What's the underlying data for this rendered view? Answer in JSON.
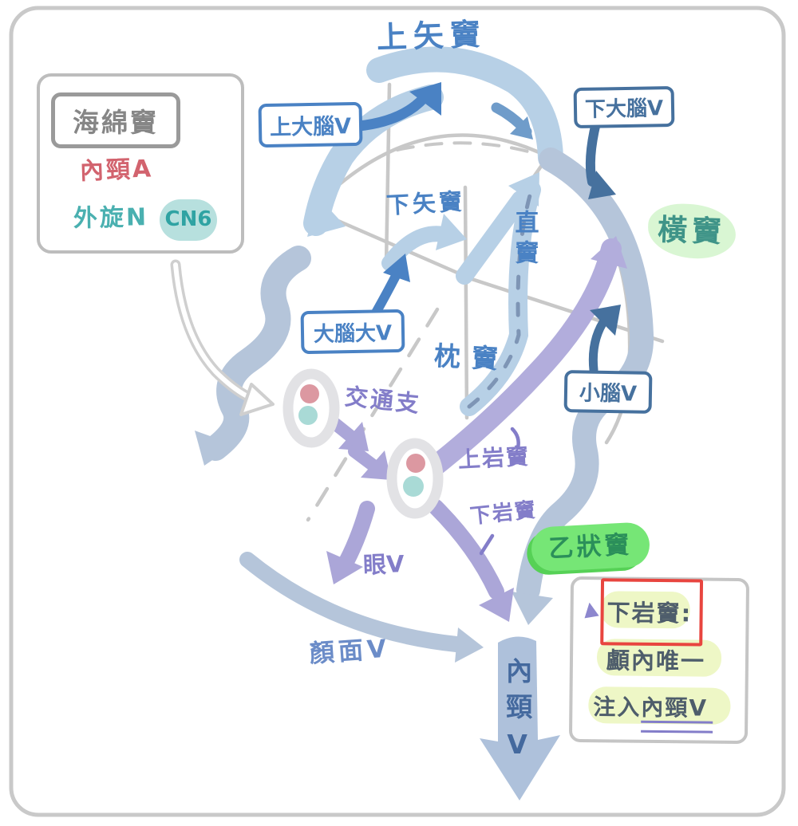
{
  "legend": {
    "title": "海綿竇",
    "artery": "內頸A",
    "nerve": "外旋N",
    "nerve_badge": "CN6"
  },
  "sinus_labels": {
    "superior_sagittal": "上矢竇",
    "inferior_sagittal": "下矢竇",
    "straight": "直竇",
    "occipital": "枕竇",
    "transverse": "橫竇",
    "sigmoid": "乙狀竇",
    "superior_petrosal": "上岩竇",
    "inferior_petrosal": "下岩竇"
  },
  "vein_labels": {
    "superior_cerebral": "上大腦V",
    "inferior_cerebral": "下大腦V",
    "great_cerebral": "大腦大V",
    "cerebellar": "小腦V",
    "ophthalmic": "眼V",
    "facial": "顏面V",
    "internal_jugular": "內頸V",
    "communicating_branch": "交通支"
  },
  "note": {
    "bullet": "▲",
    "title": "下岩竇:",
    "line1": "顱內唯一",
    "line2": "注入內頸V"
  },
  "colors": {
    "sinus_light_blue": "#b7d0e6",
    "sinus_blue_gray": "#b5c5da",
    "sinus_purple": "#b2addc",
    "arrow_purple": "#aba6d8",
    "label_blue": "#4a82c4",
    "label_dark_blue": "#46719e",
    "label_purple": "#837dc9",
    "transverse_label_teal": "#3f9488",
    "artery_red": "#d2636e",
    "nerve_teal": "#4ab0b0",
    "pale_green_highlight": "#d9f6d3",
    "bright_green_highlight": "#76e676",
    "yellow_green_highlight": "#eef7c6",
    "note_text": "#4e5d6b",
    "red_box": "#e8453f",
    "jugular_text": "#44699e"
  }
}
